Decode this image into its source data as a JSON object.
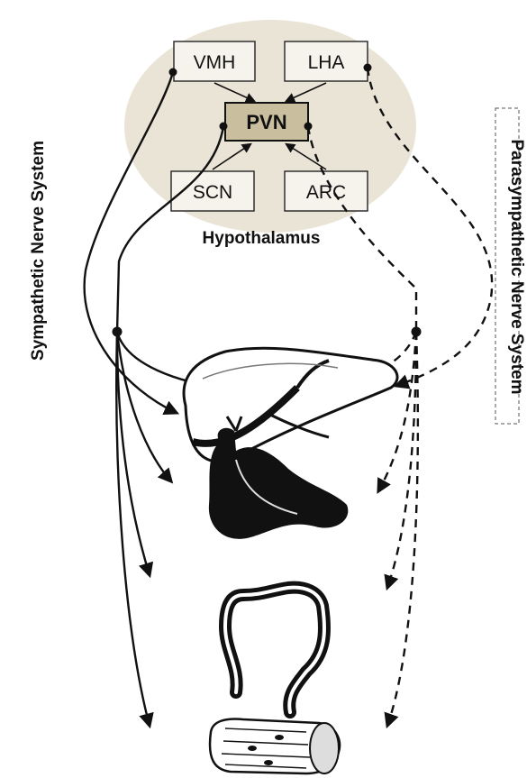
{
  "hypothalamus": {
    "label": "Hypothalamus",
    "fill_color": "#e9e4d6",
    "nuclei": {
      "vmh": "VMH",
      "lha": "LHA",
      "pvn": "PVN",
      "scn": "SCN",
      "arc": "ARC"
    }
  },
  "pathways": {
    "sympathetic": "Sympathetic Nerve System",
    "parasympathetic": "Parasympathetic Nerve System"
  },
  "organs": [
    "liver-icon",
    "pancreas-icon",
    "colon-icon",
    "muscle-icon"
  ],
  "colors": {
    "pvn_fill": "#c9bf9f",
    "line": "#111111"
  }
}
